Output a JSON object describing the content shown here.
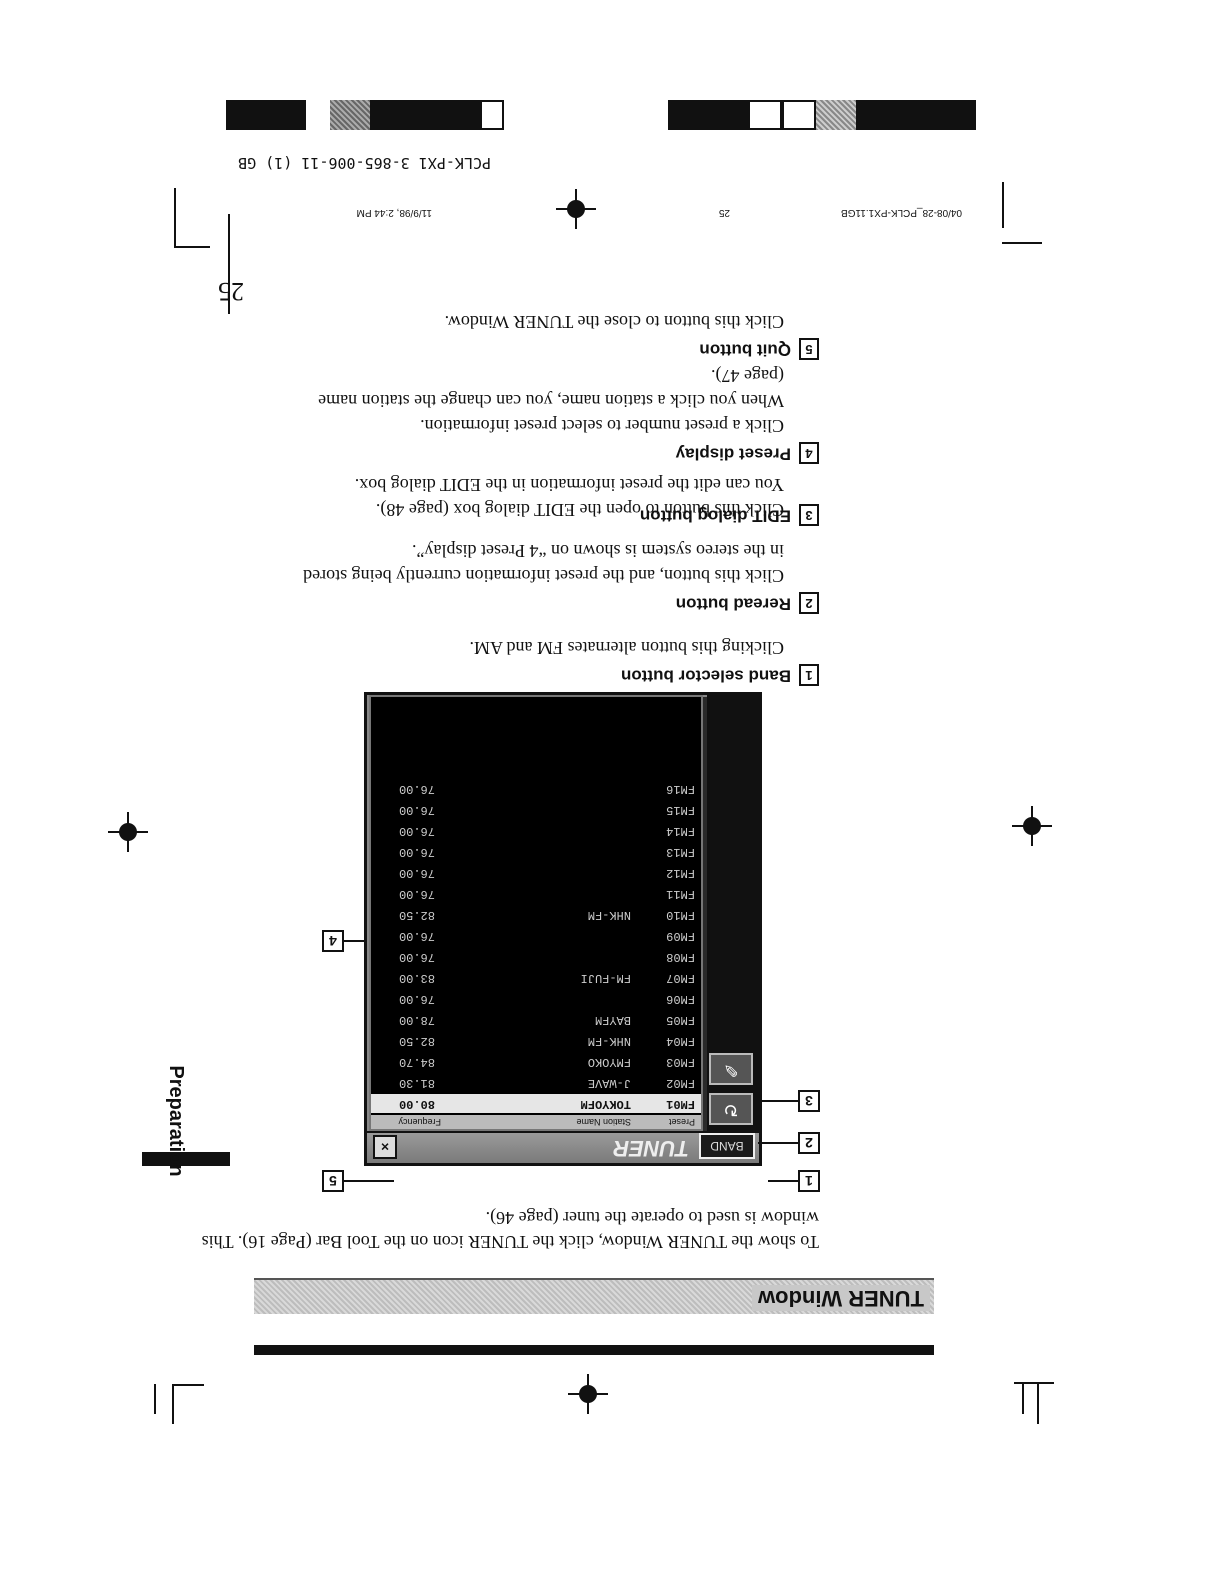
{
  "header": {
    "title": "TUNER Window"
  },
  "intro": {
    "text": "To show the TUNER Window, click the TUNER icon on the Tool Bar (Page 16). This window is used to operate the tuner (page 46)."
  },
  "tuner_window": {
    "band_label": "BAND",
    "title": "TUNER",
    "quit_label": "×",
    "columns": [
      "Preset",
      "Station Name",
      "Frequency"
    ],
    "rows": [
      {
        "preset": "FM01",
        "name": "TOKYOFM",
        "freq": "80.00",
        "selected": true
      },
      {
        "preset": "FM02",
        "name": "J-WAVE",
        "freq": "81.30"
      },
      {
        "preset": "FM03",
        "name": "FMYOKO",
        "freq": "84.70"
      },
      {
        "preset": "FM04",
        "name": "NHK-FM",
        "freq": "82.50"
      },
      {
        "preset": "FM05",
        "name": "BAYFM",
        "freq": "78.00"
      },
      {
        "preset": "FM06",
        "name": "",
        "freq": "76.00"
      },
      {
        "preset": "FM07",
        "name": "FM-FUJI",
        "freq": "83.00"
      },
      {
        "preset": "FM08",
        "name": "",
        "freq": "76.00"
      },
      {
        "preset": "FM09",
        "name": "",
        "freq": "76.00"
      },
      {
        "preset": "FM10",
        "name": "NHK-FM",
        "freq": "82.50"
      },
      {
        "preset": "FM11",
        "name": "",
        "freq": "76.00"
      },
      {
        "preset": "FM12",
        "name": "",
        "freq": "76.00"
      },
      {
        "preset": "FM13",
        "name": "",
        "freq": "76.00"
      },
      {
        "preset": "FM14",
        "name": "",
        "freq": "76.00"
      },
      {
        "preset": "FM15",
        "name": "",
        "freq": "76.00"
      },
      {
        "preset": "FM16",
        "name": "",
        "freq": "76.00"
      }
    ]
  },
  "callouts": [
    "1",
    "2",
    "3",
    "4",
    "5"
  ],
  "items": [
    {
      "num": "1",
      "title": "Band selector button",
      "lines": [
        "Clicking this button alternates FM and AM."
      ]
    },
    {
      "num": "2",
      "title": "Reread button",
      "lines": [
        "Click this button, and the preset information currently being stored",
        "in the stereo system is shown on “4 Preset display”."
      ]
    },
    {
      "num": "3",
      "title": "EDIT dialog button",
      "lines": [
        "Click this button to open the EDIT dialog box (page 48).",
        "You can edit the preset information in the EDIT dialog box."
      ]
    },
    {
      "num": "4",
      "title": "Preset display",
      "lines": [
        "Click a preset number to select preset information.",
        "When you click a station name, you can change the station name",
        "(page 47)."
      ]
    },
    {
      "num": "5",
      "title": "Quit button",
      "lines": [
        "Click this button to close the TUNER Window."
      ]
    }
  ],
  "side_label": "Preparation",
  "page_number": "25",
  "footer": {
    "file": "04/08-28_PCLK-PX1.11GB",
    "page": "25",
    "date": "11/9/98, 2:44 PM",
    "code": "PCLK-PX1 3-865-006-11 (1) GB"
  }
}
